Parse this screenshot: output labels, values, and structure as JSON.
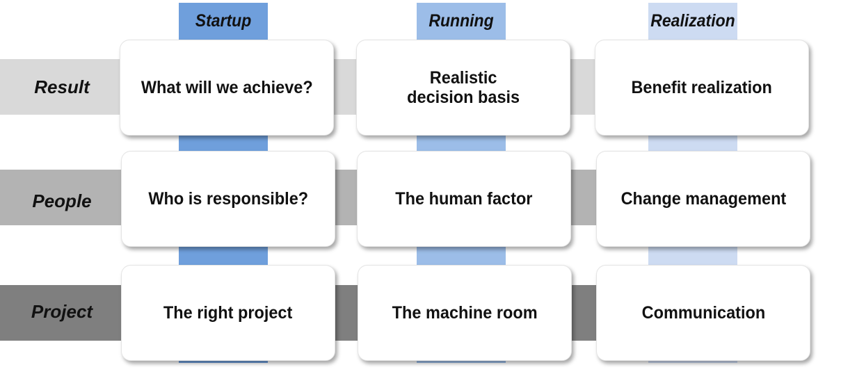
{
  "columns": [
    {
      "label": "Startup",
      "color": "#6f9fdc"
    },
    {
      "label": "Running",
      "color": "#9cbde8"
    },
    {
      "label": "Realization",
      "color": "#cddbf2"
    }
  ],
  "rows": [
    {
      "label": "Result",
      "band_color": "#d9d9d9"
    },
    {
      "label": "People",
      "band_color": "#b3b3b3"
    },
    {
      "label": "Project",
      "band_color": "#7f7f7f"
    }
  ],
  "cells": [
    [
      "What will we achieve?",
      "Realistic\ndecision basis",
      "Benefit realization"
    ],
    [
      "Who is responsible?",
      "The human factor",
      "Change management"
    ],
    [
      "The right project",
      "The machine room",
      "Communication"
    ]
  ]
}
